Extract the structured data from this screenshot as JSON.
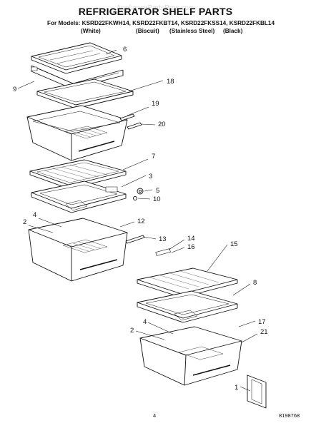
{
  "header": {
    "watermark": "AppliancePartsPros.com",
    "title": "REFRIGERATOR SHELF PARTS",
    "models_line": "For Models: KSRD22FKWH14, KSRD22FKBT14, KSRD22FKSS14, KSRD22FKBL14",
    "colors": [
      "(White)",
      "(Biscuit)",
      "(Stainless Steel)",
      "(Black)"
    ]
  },
  "callouts": [
    "6",
    "9",
    "18",
    "19",
    "20",
    "7",
    "3",
    "5",
    "10",
    "2",
    "4",
    "12",
    "13",
    "14",
    "16",
    "15",
    "8",
    "2",
    "4",
    "17",
    "21",
    "1"
  ],
  "footer": {
    "page_number": "4",
    "doc_number": "8198768"
  }
}
